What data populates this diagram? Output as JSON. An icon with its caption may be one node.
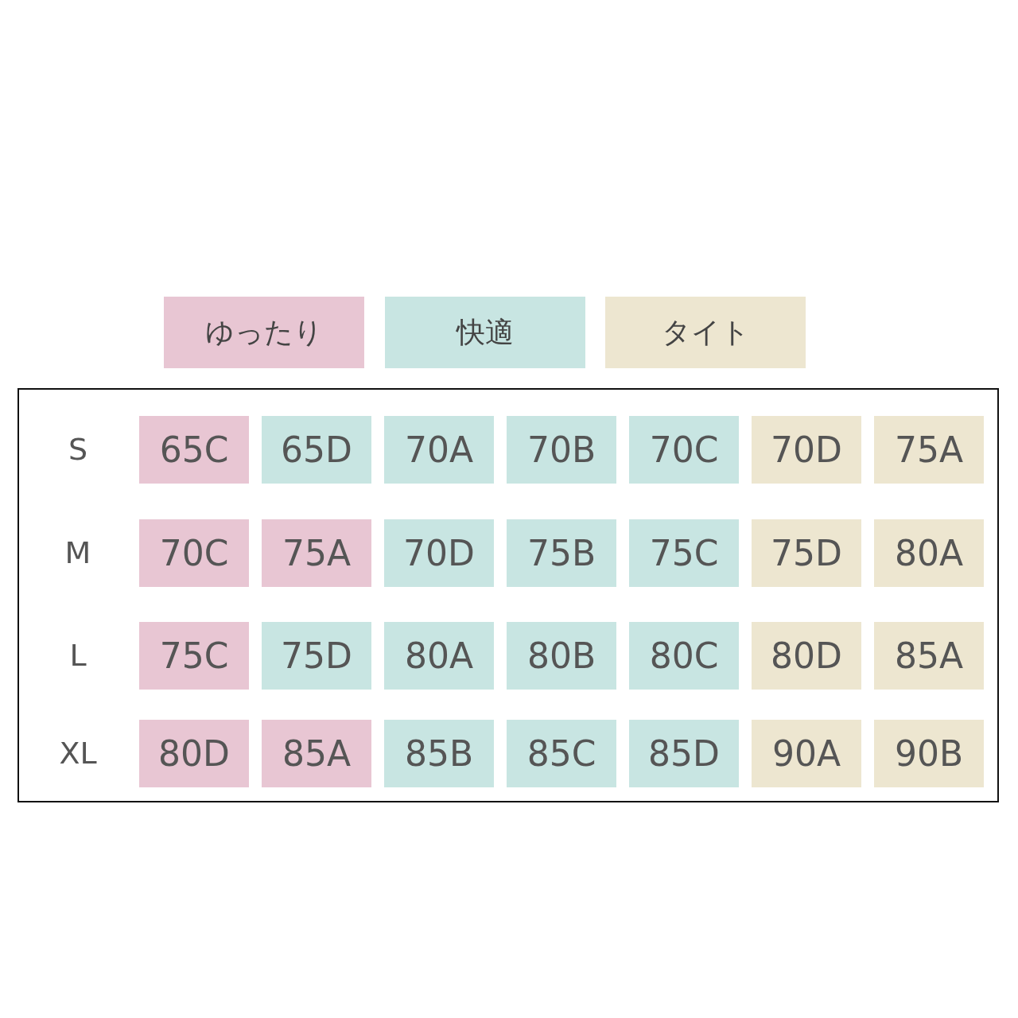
{
  "diagram": {
    "labels": [
      "S",
      "65C",
      "65D",
      "70A",
      "70B",
      "70C",
      "70D",
      "75A",
      "M",
      "70C",
      "75A",
      "70D",
      "75B",
      "75C",
      "75D",
      "80A",
      "L",
      "75C",
      "75D",
      "80A",
      "80B",
      "80C",
      "80D",
      "85A",
      "XL",
      "80D",
      "85A",
      "85B",
      "85C",
      "85D",
      "90A",
      "90B"
    ],
    "legend": [
      {
        "text": "ゆったり",
        "color": "#e8c6d3"
      },
      {
        "text": "快適",
        "color": "#c8e5e2"
      },
      {
        "text": "タイト",
        "color": "#ede6d0"
      }
    ]
  }
}
